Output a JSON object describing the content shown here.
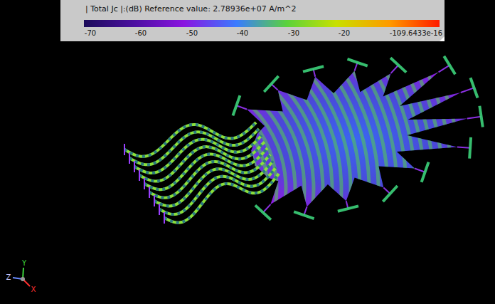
{
  "diagram": {
    "title": "| Total Jc |:(dB) Reference value: 2.78936e+07 A/m^2",
    "labels": [
      "-70",
      "-60",
      "-50",
      "-40",
      "-30",
      "-20",
      "-10",
      "-9.6433e-16",
      "Y",
      "Z",
      "X"
    ]
  }
}
